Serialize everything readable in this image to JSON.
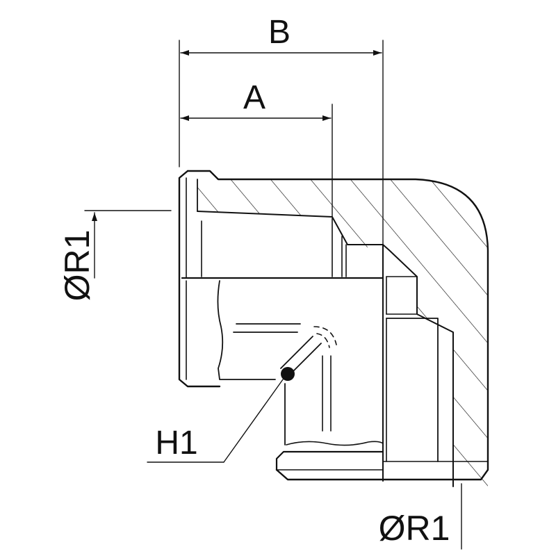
{
  "labels": {
    "dim_b": "B",
    "dim_a": "A",
    "dia_left": "ØR1",
    "hole": "H1",
    "dia_bottom": "ØR1"
  },
  "colors": {
    "line": "#111111",
    "background": "#ffffff"
  }
}
